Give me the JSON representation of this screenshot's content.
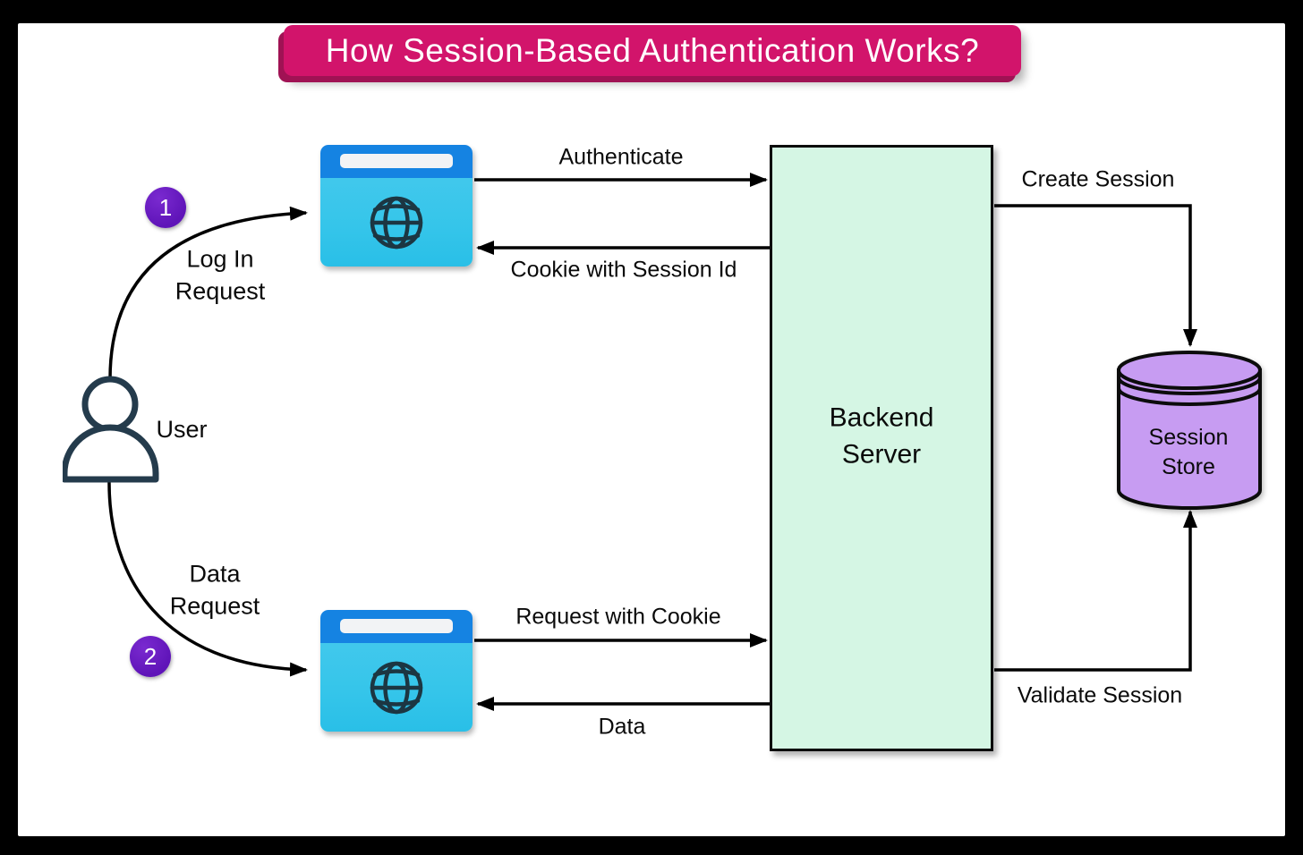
{
  "title": "How Session-Based Authentication Works?",
  "badges": {
    "one": "1",
    "two": "2"
  },
  "nodes": {
    "user": {
      "label": "User"
    },
    "backend": {
      "label": "Backend\nServer"
    },
    "session_store": {
      "label": "Session\nStore"
    }
  },
  "edges": {
    "login_request": {
      "label": "Log In\nRequest"
    },
    "data_request": {
      "label": "Data\nRequest"
    },
    "authenticate": {
      "label": "Authenticate"
    },
    "cookie_with_session_id": {
      "label": "Cookie with Session Id"
    },
    "request_with_cookie": {
      "label": "Request with Cookie"
    },
    "data": {
      "label": "Data"
    },
    "create_session": {
      "label": "Create Session"
    },
    "validate_session": {
      "label": "Validate Session"
    }
  },
  "colors": {
    "banner": "#d2146b",
    "banner_shadow": "#a01254",
    "browser_header": "#1583e2",
    "browser_body": "#35c5ea",
    "backend_fill": "#d5f6e4",
    "session_store_fill": "#c79cf2",
    "badge": "#5f14b8",
    "line": "#000000"
  }
}
